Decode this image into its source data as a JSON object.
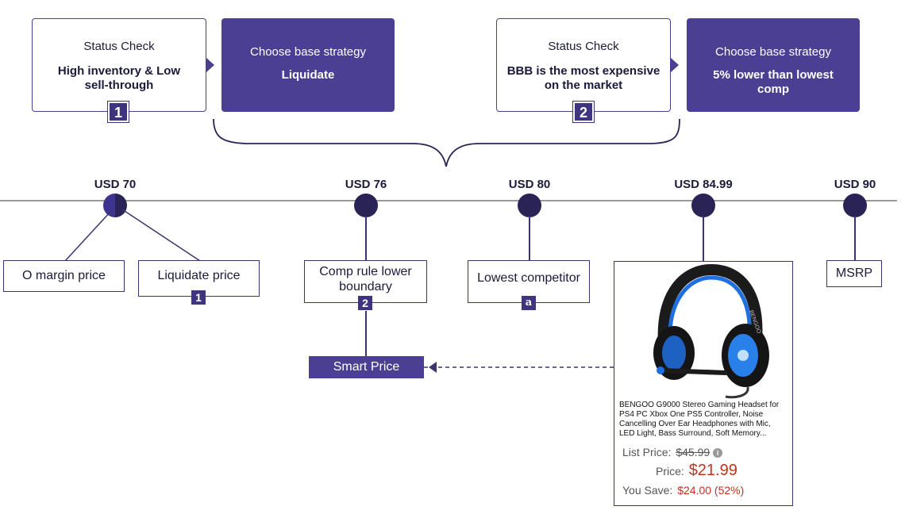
{
  "strategy": [
    {
      "status_title": "Status Check",
      "status_body": "High inventory & Low sell-through",
      "badge": "1",
      "strategy_title": "Choose base strategy",
      "strategy_body": "Liquidate"
    },
    {
      "status_title": "Status Check",
      "status_body": "BBB is the most expensive on the market",
      "badge": "2",
      "strategy_title": "Choose base strategy",
      "strategy_body": "5% lower than lowest comp"
    }
  ],
  "timeline": {
    "prices": [
      "USD 70",
      "USD 76",
      "USD 80",
      "USD 84.99",
      "USD 90"
    ]
  },
  "boxes": {
    "zero_margin": "O margin price",
    "liquidate": "Liquidate price",
    "liquidate_badge": "1",
    "comp_rule": "Comp rule lower boundary",
    "comp_badge": "2",
    "lowest_competitor": "Lowest competitor",
    "amazon_icon_text": "a",
    "msrp": "MSRP",
    "smart_price": "Smart Price"
  },
  "product": {
    "brand_on_image": "BENGOO",
    "description": "BENGOO G9000 Stereo Gaming Headset for PS4 PC Xbox One PS5 Controller, Noise Cancelling Over Ear Headphones with Mic, LED Light, Bass Surround, Soft Memory...",
    "list_price_label": "List Price:",
    "list_price": "$45.99",
    "price_label": "Price:",
    "price": "$21.99",
    "save_label": "You Save:",
    "save": "$24.00 (52%)",
    "info_icon": "info-icon"
  },
  "colors": {
    "purple": "#4b3f93",
    "dark": "#2a2456",
    "red": "#c4321b",
    "blue_led": "#1e6fe0"
  }
}
